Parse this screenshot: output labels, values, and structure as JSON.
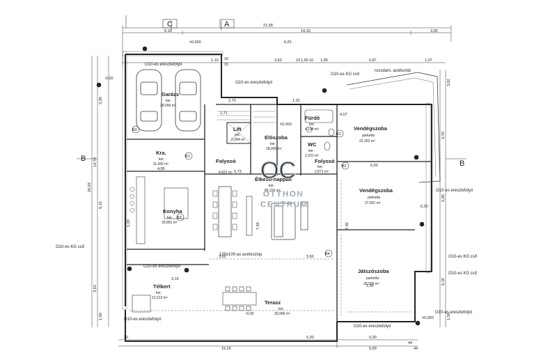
{
  "grid": {
    "top_left": "C",
    "top_mid": "A",
    "side_left": "B",
    "side_right": "B"
  },
  "dims_top": {
    "total": "21,58",
    "left": "6,10",
    "mid": "14,16",
    "right": "3,00",
    "row2": [
      "1,10",
      "3,63",
      "10",
      "1,90",
      "10",
      "1,90",
      "5,87",
      "1,07"
    ],
    "sub": [
      "15",
      "15"
    ]
  },
  "levels": [
    "±0,000",
    "-0,20",
    "-0,20",
    "±0,000",
    "-0,20",
    "-0,05",
    "±0,000"
  ],
  "rooms": [
    {
      "key": "garage",
      "name": "Garázs",
      "sub": "ker.",
      "area": "28,090 m²"
    },
    {
      "key": "kra",
      "name": "Kra.",
      "sub": "ker.",
      "area": "11,442 m²"
    },
    {
      "key": "corridor1",
      "name": "Folyosó",
      "sub": "",
      "area": "4,831 m²"
    },
    {
      "key": "lift",
      "name": "Lift",
      "sub": "pvc",
      "area": "2,284 m²"
    },
    {
      "key": "hall",
      "name": "Előszoba",
      "sub": "ker.",
      "area": "18,000 m²"
    },
    {
      "key": "bath",
      "name": "Fürdő",
      "sub": "ker.",
      "area": "4,198 m²"
    },
    {
      "key": "wc",
      "name": "WC",
      "sub": "ker.",
      "area": "2,331 m²"
    },
    {
      "key": "corridor2",
      "name": "Folyosó",
      "sub": "ker.",
      "area": "2,871 m²"
    },
    {
      "key": "guest1",
      "name": "Vendégszoba",
      "sub": "parketta",
      "area": "22,302 m²"
    },
    {
      "key": "guest2",
      "name": "Vendégszoba",
      "sub": "parketta",
      "area": "27,001 m²"
    },
    {
      "key": "kitchen",
      "name": "Konyha",
      "sub": "ker.",
      "area": "30,891 m²"
    },
    {
      "key": "living",
      "name": "Étkező-nappali",
      "sub": "ker.",
      "area": "86,316 m²"
    },
    {
      "key": "play",
      "name": "Játszószoba",
      "sub": "parketta",
      "area": "30,500 m²"
    },
    {
      "key": "yard",
      "name": "Télkert",
      "sub": "ker.",
      "area": "21,613 m²"
    },
    {
      "key": "terrace",
      "name": "Terasz",
      "sub": "ker.",
      "area": "30,906 m²"
    }
  ],
  "notes": {
    "gutter_a": "O10-es ereszlefolyó",
    "gutter_b": "O10-es ereszlefolyó",
    "gutter_c": "O10-es ereszlefolyó",
    "gutter_d": "O10-es ereszlefolyó",
    "gutter_e": "O10-es ereszlefolyó",
    "gutter_f": "O10-es ereszlefolyó",
    "gutter_g": "O10-es ereszlefolyó",
    "kg_a": "O10-es KG cső",
    "kg_b": "O10-es KG cső",
    "kg_c": "O10-es KG cső",
    "kg_d": "O10-es KG cső",
    "rozsdam": "rozsdam. acélkorlát",
    "aceloszlop": "100x100-as acéloszlop"
  },
  "dims_side_left": [
    "3,30",
    "14,70",
    "20,03",
    "6,10",
    "3,63",
    "1,50"
  ],
  "dims_side_right": [
    "3,62",
    "4,70",
    "5,00",
    "6,19",
    "1,50"
  ],
  "dims_bottom": {
    "row1": [
      "5,00",
      "5,00"
    ],
    "total": "15,26",
    "right": "5,00",
    "edge": [
      "30",
      "44",
      "44"
    ]
  },
  "dims_inner": [
    "1,71",
    "2,70",
    "4,07",
    "5,73",
    "4,80",
    "3,62",
    "3,60",
    "5,00",
    "7,50",
    "7,30",
    "1,20",
    "3,15",
    "1,50",
    "1,02"
  ],
  "markers": [
    "B1",
    "B2",
    "B3",
    "B4",
    "B2",
    "B1"
  ],
  "watermark": {
    "logo": "OC",
    "line1": "OTTHON",
    "line2": "CENTRUM"
  }
}
